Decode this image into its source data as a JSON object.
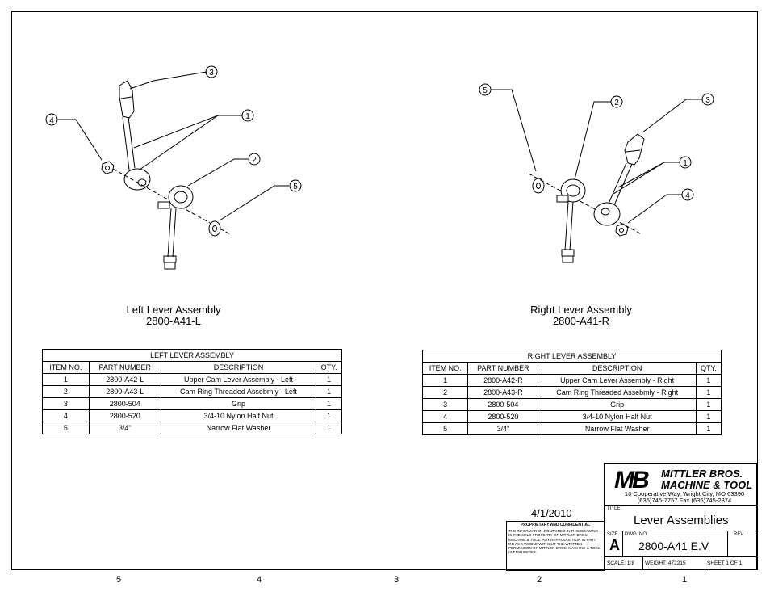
{
  "zones": [
    "5",
    "4",
    "3",
    "2",
    "1"
  ],
  "left_assembly": {
    "name": "Left Lever Assembly",
    "number": "2800-A41-L",
    "callouts": [
      "3",
      "4",
      "1",
      "2",
      "5"
    ]
  },
  "right_assembly": {
    "name": "Right Lever Assembly",
    "number": "2800-A41-R",
    "callouts": [
      "5",
      "2",
      "3",
      "1",
      "4"
    ]
  },
  "left_bom": {
    "title": "LEFT LEVER ASSEMBLY",
    "headers": [
      "ITEM NO.",
      "PART NUMBER",
      "DESCRIPTION",
      "QTY."
    ],
    "rows": [
      [
        "1",
        "2800-A42-L",
        "Upper Cam Lever Assembly - Left",
        "1"
      ],
      [
        "2",
        "2800-A43-L",
        "Cam Ring Threaded Assebmly - Left",
        "1"
      ],
      [
        "3",
        "2800-504",
        "Grip",
        "1"
      ],
      [
        "4",
        "2800-520",
        "3/4-10 Nylon Half Nut",
        "1"
      ],
      [
        "5",
        "3/4\"",
        "Narrow Flat Washer",
        "1"
      ]
    ]
  },
  "right_bom": {
    "title": "RIGHT LEVER ASSEMBLY",
    "headers": [
      "ITEM NO.",
      "PART NUMBER",
      "DESCRIPTION",
      "QTY."
    ],
    "rows": [
      [
        "1",
        "2800-A42-R",
        "Upper Cam Lever Assembly - Right",
        "1"
      ],
      [
        "2",
        "2800-A43-R",
        "Cam Ring Threaded Assebmly - Right",
        "1"
      ],
      [
        "3",
        "2800-504",
        "Grip",
        "1"
      ],
      [
        "4",
        "2800-520",
        "3/4-10 Nylon Half Nut",
        "1"
      ],
      [
        "5",
        "3/4\"",
        "Narrow Flat Washer",
        "1"
      ]
    ]
  },
  "date": "4/1/2010",
  "proprietary": {
    "heading": "PROPRIETARY AND CONFIDENTIAL",
    "body": "THE INFORMATION CONTAINED IN THIS DRAWING IS THE SOLE PROPERTY OF MITTLER BROS. MACHINE & TOOL. ANY REPRODUCTION IN PART OR AS A WHOLE WITHOUT THE WRITTEN PERMISSION OF MITTLER BROS. MACHINE & TOOL IS PROHIBITED."
  },
  "title_block": {
    "logo": "MB",
    "company_line1": "MITTLER BROS.",
    "company_line2": "MACHINE & TOOL",
    "address": "10 Cooperative Way, Wright City, MO 63390",
    "phone": "(636)745-7757  Fax (636)745-2874",
    "title_label": "TITLE:",
    "title": "Lever Assemblies",
    "size_label": "SIZE",
    "size": "A",
    "dwg_label": "DWG.  NO.",
    "dwg_no": "2800-A41 E.V",
    "rev_label": "REV",
    "scale": "SCALE: 1:8",
    "weight": "WEIGHT: 472215",
    "sheet": "SHEET 1 OF 1"
  }
}
